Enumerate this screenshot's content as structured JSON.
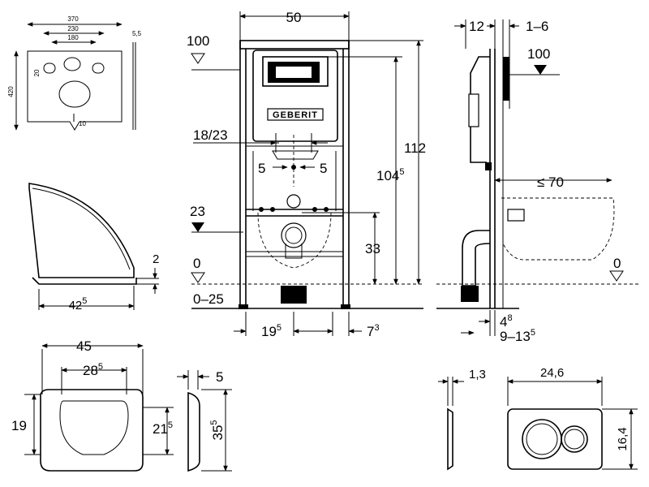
{
  "brand": "GEBERIT",
  "mat": {
    "w": "370",
    "inner": "230",
    "hole": "180",
    "thick": "5,5",
    "h": "420",
    "side": "20",
    "bottom": "10"
  },
  "seat": {
    "gap": "2",
    "depth_main": "42",
    "depth_sup": "5"
  },
  "front": {
    "width": "50",
    "top_ref": "100",
    "height_top": "112",
    "height_mid_main": "104",
    "height_mid_sup": "5",
    "spacing": "18/23",
    "off_left": "5",
    "off_right": "5",
    "drain_ref": "23",
    "drain_h": "33",
    "floor_ref": "0",
    "floor_range": "0–25",
    "off_a_main": "19",
    "off_a_sup": "5",
    "off_b_main": "7",
    "off_b_sup": "3"
  },
  "side": {
    "depth": "12",
    "wall": "1–6",
    "top_ref": "100",
    "bowl_len": "≤ 70",
    "floor_ref": "0",
    "off1_main": "4",
    "off1_sup": "8",
    "off2_main": "9–13",
    "off2_sup": "5"
  },
  "lid": {
    "width": "45",
    "inner_main": "28",
    "inner_sup": "5",
    "height": "19",
    "inner_h_main": "21",
    "inner_h_sup": "5",
    "thick": "5",
    "side_h_main": "35",
    "side_h_sup": "5"
  },
  "plate": {
    "depth": "1,3",
    "width": "24,6",
    "height": "16,4"
  }
}
